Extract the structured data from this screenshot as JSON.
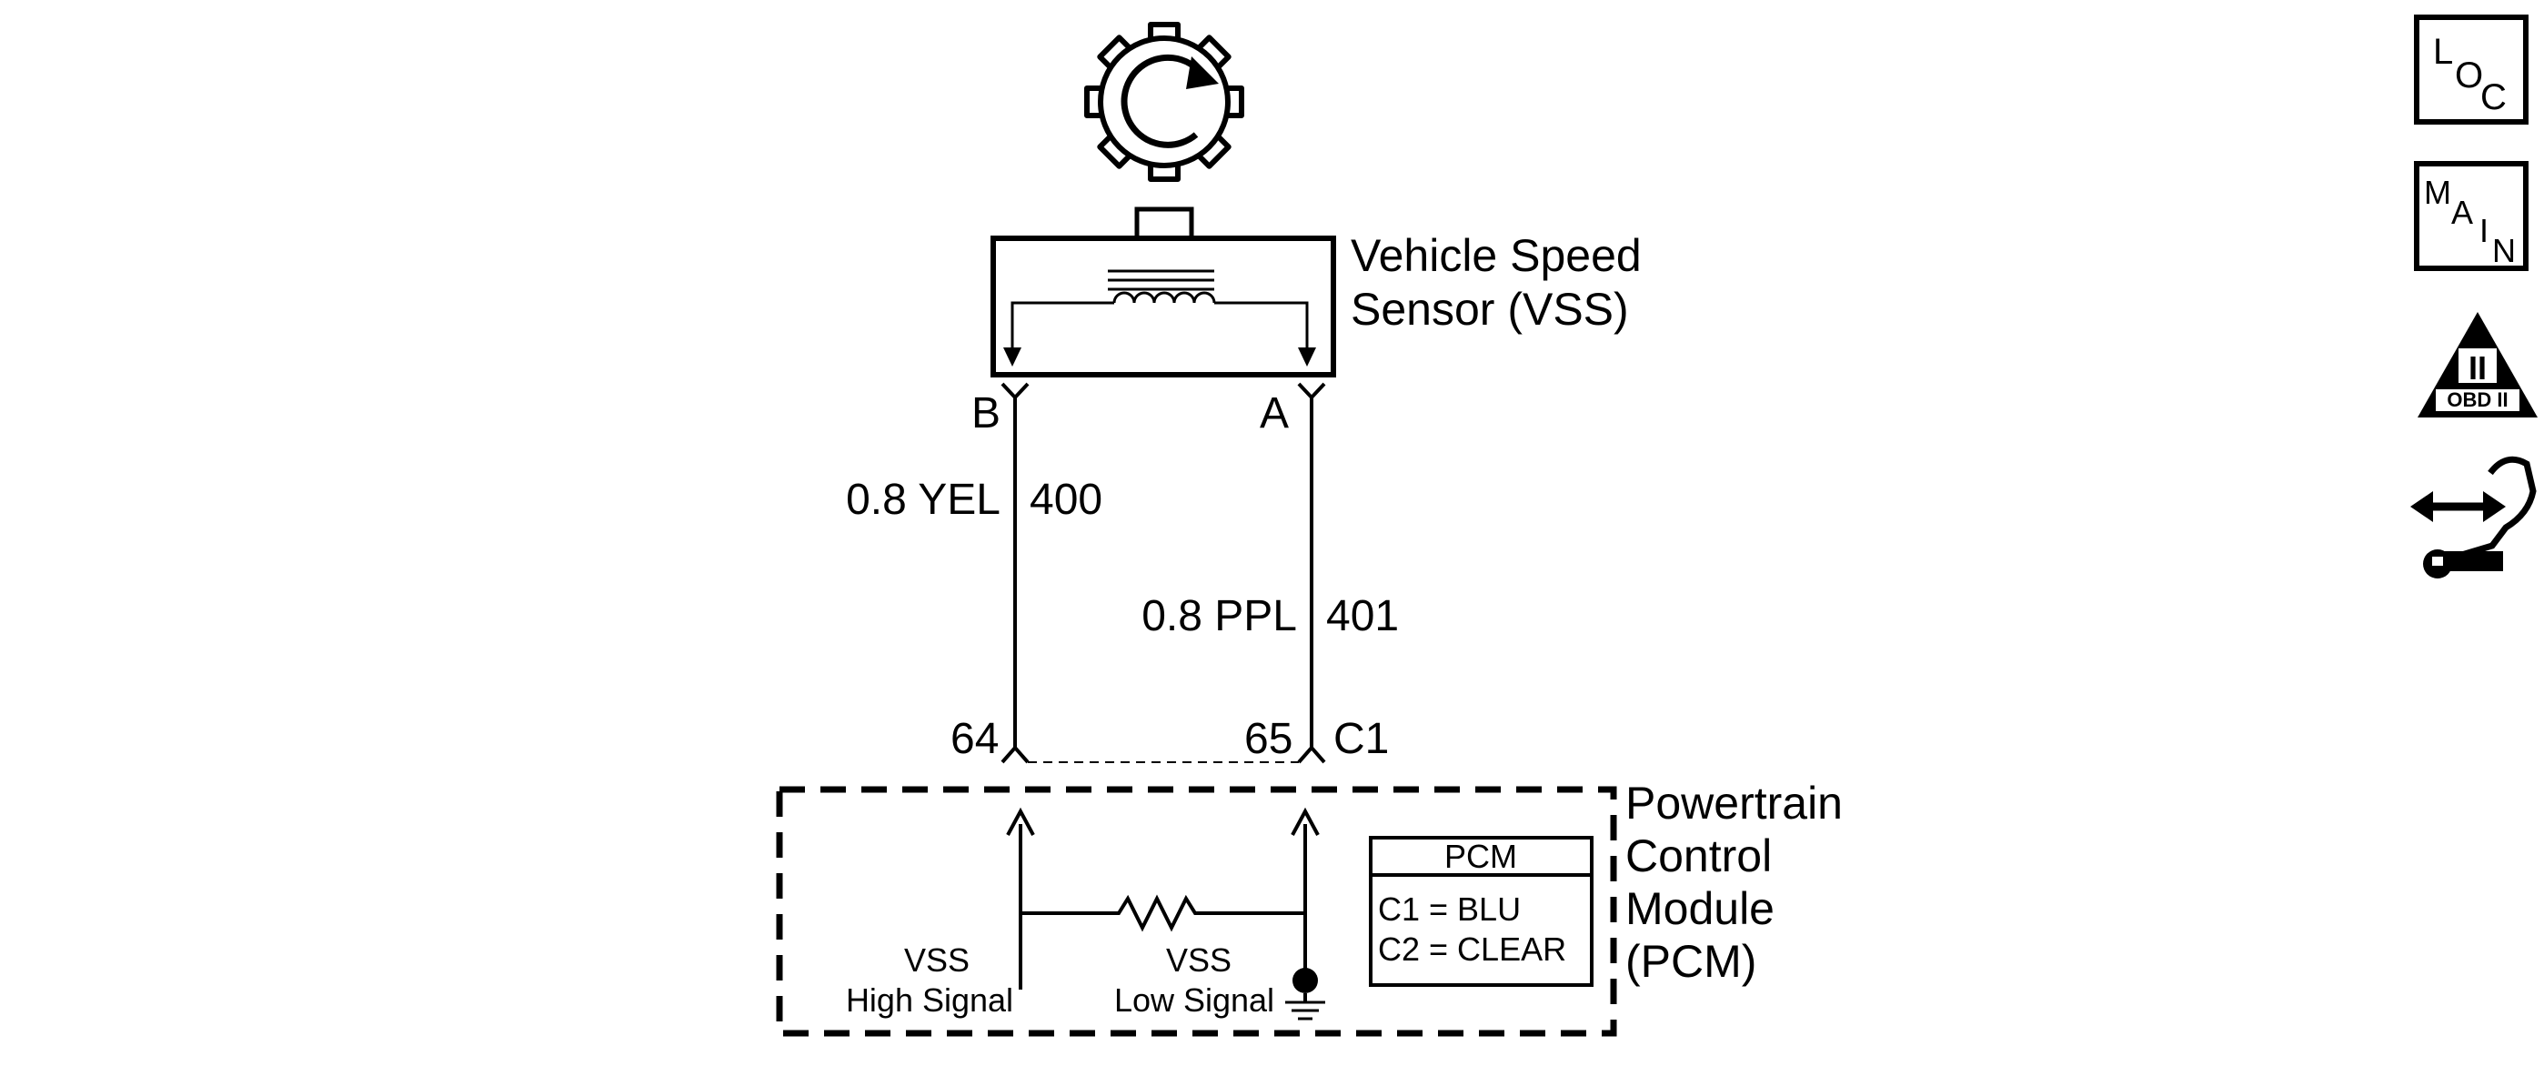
{
  "sensor": {
    "name_line1": "Vehicle Speed",
    "name_line2": "Sensor (VSS)",
    "terminal_b": "B",
    "terminal_a": "A"
  },
  "wires": [
    {
      "gauge_color": "0.8 YEL",
      "circuit": "400"
    },
    {
      "gauge_color": "0.8 PPL",
      "circuit": "401"
    }
  ],
  "connector": {
    "pin_left": "64",
    "pin_right": "65",
    "name": "C1"
  },
  "module": {
    "name_line1": "Powertrain",
    "name_line2": "Control",
    "name_line3": "Module",
    "name_line4": "(PCM)",
    "high_signal_line1": "VSS",
    "high_signal_line2": "High Signal",
    "low_signal_line1": "VSS",
    "low_signal_line2": "Low Signal"
  },
  "legend": {
    "title": "PCM",
    "line1": "C1 = BLU",
    "line2": "C2 = CLEAR"
  },
  "side_icons": {
    "loc": {
      "l1": "L",
      "l2": "O",
      "l3": "C",
      "icon": "location-icon"
    },
    "main": {
      "l1": "M",
      "l2": "A",
      "l3": "I",
      "l4": "N",
      "icon": "main-icon"
    },
    "obd": {
      "numeral": "II",
      "label": "OBD II",
      "icon": "obd-ii-warning-icon"
    },
    "service": {
      "icon": "service-wrench-icon"
    }
  }
}
